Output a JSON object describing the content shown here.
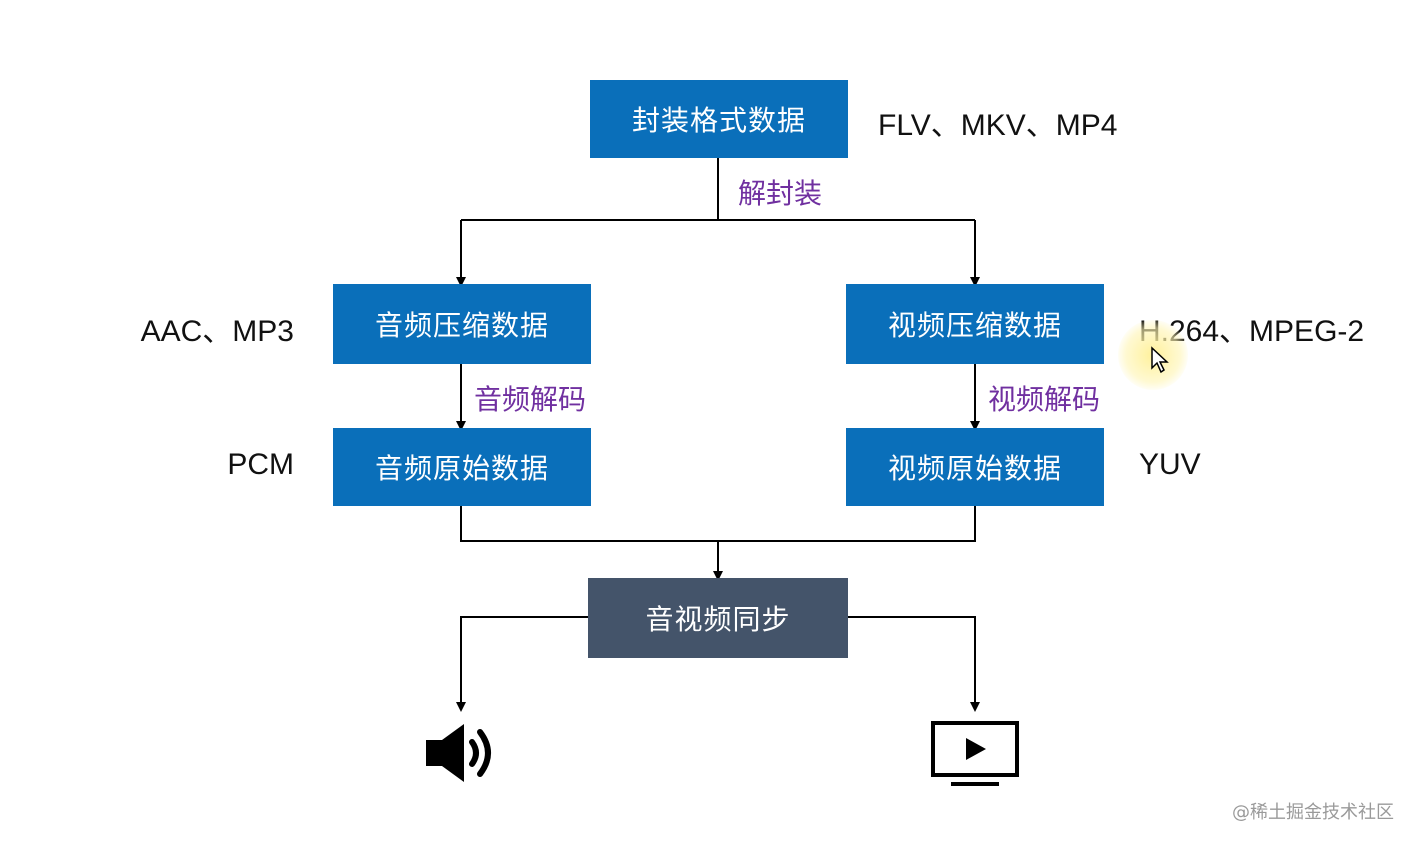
{
  "nodes": {
    "container": "封装格式数据",
    "audio_compressed": "音频压缩数据",
    "video_compressed": "视频压缩数据",
    "audio_raw": "音频原始数据",
    "video_raw": "视频原始数据",
    "sync": "音视频同步"
  },
  "processes": {
    "demux": "解封装",
    "audio_decode": "音频解码",
    "video_decode": "视频解码"
  },
  "formats": {
    "container": "FLV、MKV、MP4",
    "audio_compressed": "AAC、MP3",
    "video_compressed": "H.264、MPEG-2",
    "audio_raw": "PCM",
    "video_raw": "YUV"
  },
  "outputs": {
    "audio_icon": "speaker-icon",
    "video_icon": "tv-play-icon"
  },
  "watermark": "@稀土掘金技术社区",
  "colors": {
    "box_blue": "#0a6fba",
    "box_dark": "#44546a",
    "process_purple": "#7030a0"
  }
}
